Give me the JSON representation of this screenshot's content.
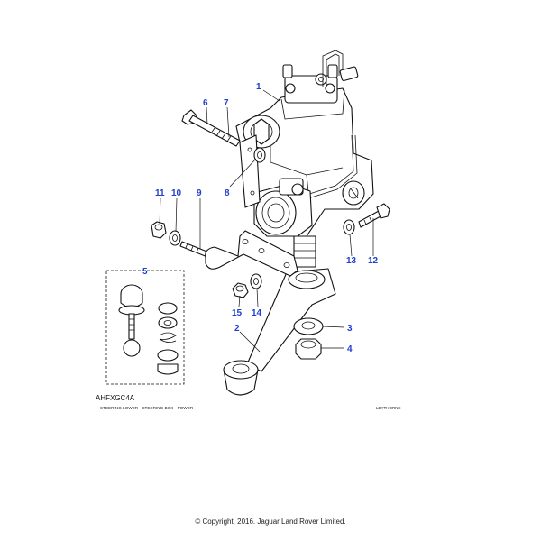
{
  "diagram": {
    "code": "AHFXGC4A",
    "caption": "STEERING LOWER - STEERING BOX - POWER",
    "maker": "LEYTHORNE",
    "copyright": "© Copyright, 2016. Jaguar Land Rover Limited.",
    "callout_color": "#1f3fd1",
    "callouts": [
      "1",
      "2",
      "3",
      "4",
      "5",
      "6",
      "7",
      "8",
      "9",
      "10",
      "11",
      "12",
      "13",
      "14",
      "15"
    ]
  }
}
